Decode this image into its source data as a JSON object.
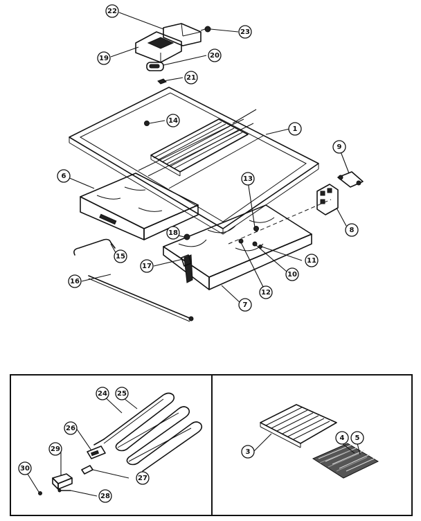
{
  "callouts": [
    "1",
    "3",
    "4",
    "5",
    "6",
    "7",
    "8",
    "9",
    "10",
    "11",
    "12",
    "13",
    "14",
    "15",
    "16",
    "17",
    "18",
    "19",
    "20",
    "21",
    "22",
    "23",
    "24",
    "25",
    "26",
    "27",
    "28",
    "29",
    "30"
  ]
}
